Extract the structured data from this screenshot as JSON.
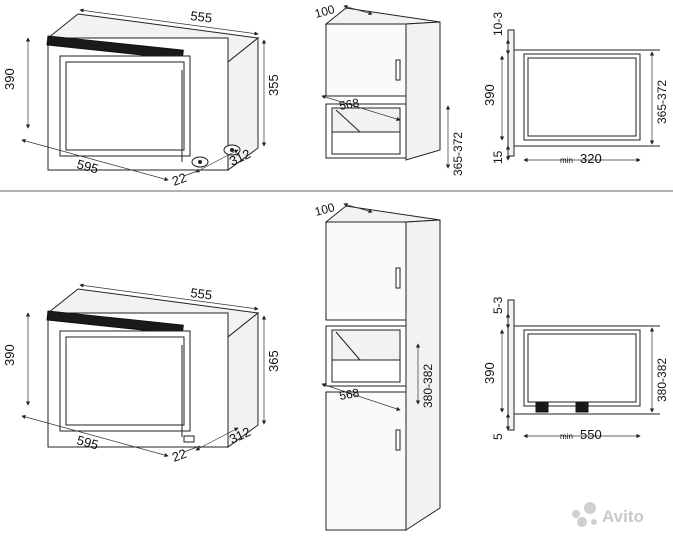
{
  "top": {
    "oven": {
      "width_depth": "555",
      "height_left": "390",
      "height_right": "355",
      "width_front": "595",
      "depth": "312",
      "foot": "22"
    },
    "cabinet": {
      "top_depth": "100",
      "opening_width": "568",
      "opening_height": "365-372"
    },
    "section": {
      "gap": "10-3",
      "height": "390",
      "bottom": "15",
      "opening_height": "365-372",
      "min_prefix": "min",
      "min_depth": "320"
    }
  },
  "bottom": {
    "oven": {
      "width_depth": "555",
      "height_left": "390",
      "height_right": "365",
      "width_front": "595",
      "depth": "312",
      "foot": "22"
    },
    "cabinet": {
      "top_depth": "100",
      "opening_width": "568",
      "opening_height": "380-382"
    },
    "section": {
      "gap": "5-3",
      "height": "390",
      "bottom": "5",
      "opening_height": "380-382",
      "min_prefix": "min",
      "min_depth": "550"
    }
  },
  "watermark": {
    "label": "Avito"
  }
}
